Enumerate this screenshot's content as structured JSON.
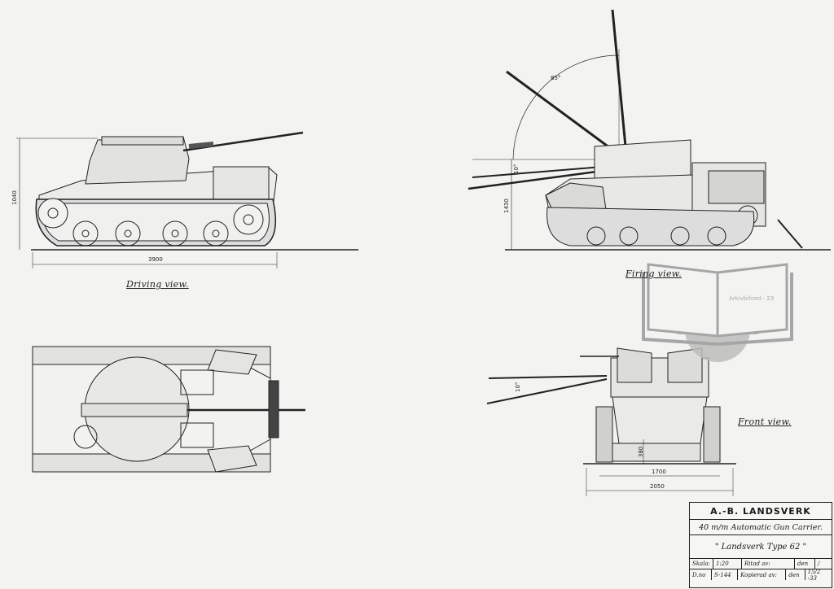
{
  "drawing": {
    "side_view": {
      "caption": "Driving view.",
      "dim_height": "1040",
      "dim_length": "3900"
    },
    "firing_view": {
      "caption": "Firing view.",
      "dim_elevation": "85°",
      "dim_depression": "10°",
      "dim_height": "1430"
    },
    "top_view": {},
    "front_view": {
      "caption": "Front view.",
      "dim_depression": "10°",
      "dim_ground": "380",
      "dim_track": "1700",
      "dim_width": "2050"
    }
  },
  "title_block": {
    "company": "A.-B. LANDSVERK",
    "description": "40 m/m Automatic Gun Carrier.",
    "name": "\" Landsverk Type 62 \"",
    "scale_label": "Skala:",
    "scale_value": "1:20",
    "drawn_label": "Ritad av:",
    "date_label_1": "den",
    "date_value_1": "/",
    "number_label": "D.no",
    "number_value": "S-144",
    "copied_label": "Kopierad av:",
    "date_label_2": "den",
    "date_value_2": "15/2 -33"
  },
  "watermark": {
    "text": "Arkivbilned - 23"
  }
}
